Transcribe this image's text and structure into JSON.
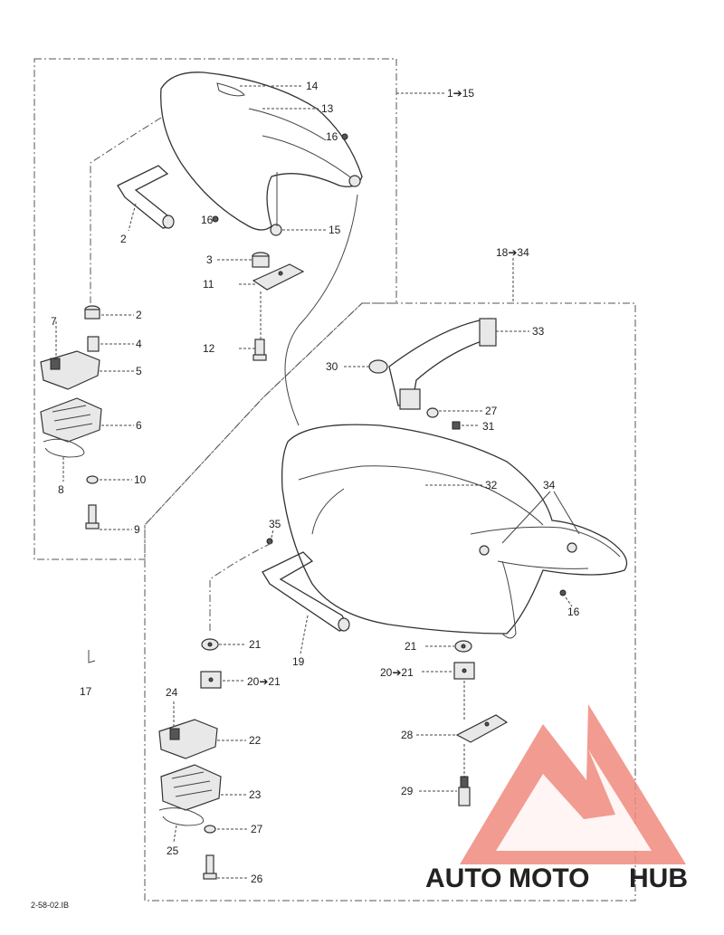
{
  "diagram_code": "2-58-02.IB",
  "groups": {
    "group_a": "1➔15",
    "group_b": "18➔34"
  },
  "callouts": {
    "c14": "14",
    "c13": "13",
    "c16a": "16",
    "c16b": "16",
    "c15": "15",
    "c2a": "2",
    "c3a": "3",
    "c11": "11",
    "c12": "12",
    "c7": "7",
    "c2b": "2",
    "c4": "4",
    "c5": "5",
    "c6": "6",
    "c8": "8",
    "c10": "10",
    "c9": "9",
    "c33": "33",
    "c30": "30",
    "c27a": "27",
    "c31": "31",
    "c32": "32",
    "c34": "34",
    "c35": "35",
    "c16c": "16",
    "c17": "17",
    "c19": "19",
    "c21a": "21",
    "c20a": "20➔21",
    "c21b": "21",
    "c20b": "20➔21",
    "c24": "24",
    "c22": "22",
    "c23": "23",
    "c27b": "27",
    "c25": "25",
    "c26": "26",
    "c28": "28",
    "c29": "29"
  },
  "watermark": {
    "word_1": "AUTO",
    "word_2": "MOTO",
    "word_3": "HUB",
    "color_primary": "#f08a7e",
    "color_secondary": "#f5a94e",
    "color_dark": "#555555"
  }
}
